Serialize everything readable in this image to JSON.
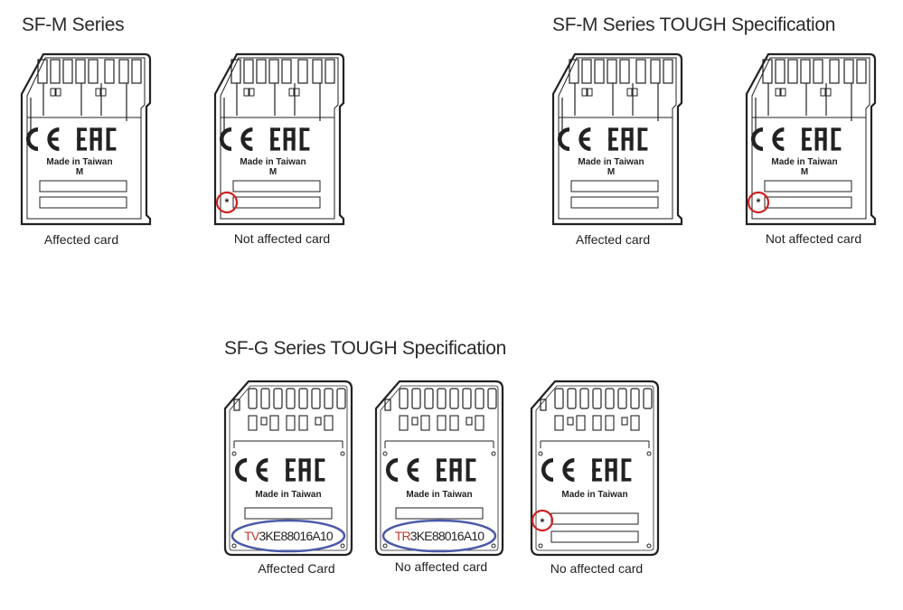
{
  "sections": [
    {
      "title": "SF-M Series",
      "cards": [
        {
          "caption": "Affected card",
          "made_in": "Made in Taiwan",
          "grade": "M",
          "mark": "",
          "serial_prefix": "",
          "serial_rest": ""
        },
        {
          "caption": "Not affected card",
          "made_in": "Made in Taiwan",
          "grade": "M",
          "mark": "*",
          "serial_prefix": "",
          "serial_rest": ""
        }
      ]
    },
    {
      "title": "SF-M Series TOUGH Specification",
      "cards": [
        {
          "caption": "Affected card",
          "made_in": "Made in Taiwan",
          "grade": "M",
          "mark": "",
          "serial_prefix": "",
          "serial_rest": ""
        },
        {
          "caption": "Not affected card",
          "made_in": "Made in Taiwan",
          "grade": "M",
          "mark": "*",
          "serial_prefix": "",
          "serial_rest": ""
        }
      ]
    },
    {
      "title": "SF-G Series TOUGH Specification",
      "cards": [
        {
          "caption": "Affected Card",
          "made_in": "Made in Taiwan",
          "grade": "",
          "mark": "",
          "serial_prefix": "TV",
          "serial_rest": "3KE88016A10"
        },
        {
          "caption": "No affected card",
          "made_in": "Made in Taiwan",
          "grade": "",
          "mark": "",
          "serial_prefix": "TR",
          "serial_rest": "3KE88016A10"
        },
        {
          "caption": "No affected card",
          "made_in": "Made in Taiwan",
          "grade": "",
          "mark": "*",
          "serial_prefix": "",
          "serial_rest": ""
        }
      ]
    }
  ],
  "logos": {
    "ce": "CE",
    "eac": "EAC"
  },
  "colors": {
    "highlight_circle": "#cc2222",
    "serial_prefix": "#c0392b",
    "serial_oval": "#4a5aa8",
    "ink": "#222222"
  }
}
